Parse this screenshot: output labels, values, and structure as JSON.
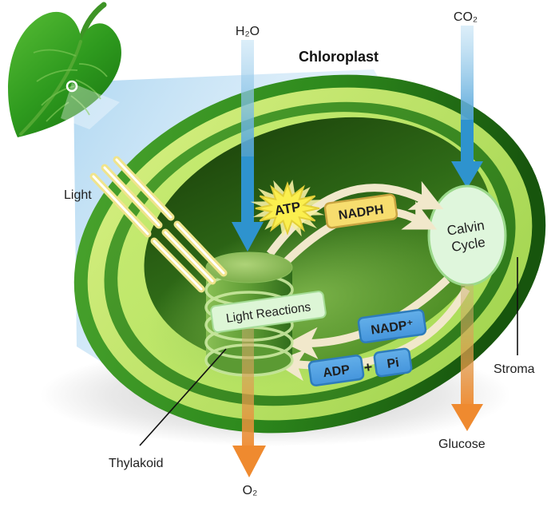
{
  "diagram": {
    "title": "Chloroplast",
    "inputs": {
      "h2o": "H₂O",
      "co2": "CO₂",
      "light": "Light"
    },
    "outputs": {
      "o2": "O₂",
      "glucose": "Glucose"
    },
    "structures": {
      "thylakoid": "Thylakoid",
      "stroma": "Stroma",
      "light_reactions": "Light Reactions",
      "calvin_cycle_line1": "Calvin",
      "calvin_cycle_line2": "Cycle"
    },
    "molecules": {
      "atp": "ATP",
      "nadph": "NADPH",
      "nadp_plus": "NADP⁺",
      "adp": "ADP",
      "pi": "Pi",
      "plus_sign": "+"
    },
    "colors": {
      "arrow_blue": "#2E93CE",
      "arrow_orange": "#EF8A2F",
      "cycle_arrow_cream": "#F1E8CB",
      "badge_blue": "#4E9FE2",
      "badge_yellow": "#F7DD6E",
      "star_yellow": "#FBEF4E",
      "calvin_oval_mint": "#DFF6DC",
      "label_mint": "#DDF6D6",
      "membrane_light_green": "#CDEE75",
      "chloroplast_dark_green": "#1C430B",
      "chloroplast_mid_green": "#4EA22E",
      "leaf_green": "#2E9A1E",
      "beam_blue": "#BFE0F4"
    }
  }
}
